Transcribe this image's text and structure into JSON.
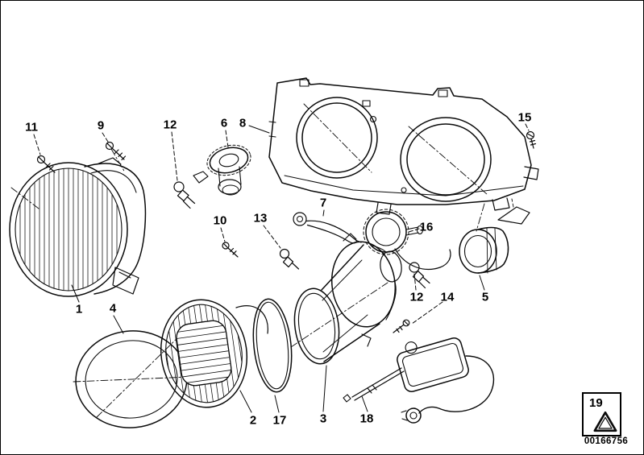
{
  "colors": {
    "line": "#0a0a0a",
    "background": "#ffffff"
  },
  "icons": {
    "badge_logo": "rounded-triangle-logo"
  },
  "callouts": [
    {
      "text": "11"
    },
    {
      "text": "9"
    },
    {
      "text": "12"
    },
    {
      "text": "6"
    },
    {
      "text": "8"
    },
    {
      "text": "15"
    },
    {
      "text": "7"
    },
    {
      "text": "10"
    },
    {
      "text": "13"
    },
    {
      "text": "16"
    },
    {
      "text": "1"
    },
    {
      "text": "4"
    },
    {
      "text": "12"
    },
    {
      "text": "14"
    },
    {
      "text": "5"
    },
    {
      "text": "2"
    },
    {
      "text": "17"
    },
    {
      "text": "3"
    },
    {
      "text": "18"
    }
  ],
  "badge": {
    "number": "19"
  },
  "part_code": "00166756"
}
